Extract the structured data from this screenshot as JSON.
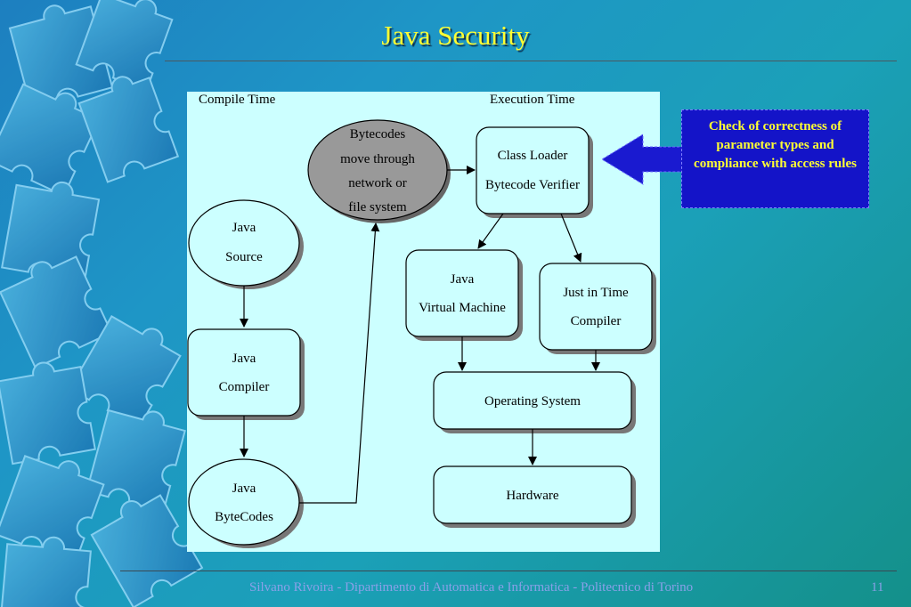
{
  "slide": {
    "title": "Java Security",
    "footer": "Silvano Rivoira - Dipartimento di Automatica e Informatica - Politecnico di Torino",
    "page_number": "11"
  },
  "diagram": {
    "compile_time_label": "Compile Time",
    "execution_time_label": "Execution Time",
    "java_source": [
      "Java",
      "Source"
    ],
    "java_compiler": [
      "Java",
      "Compiler"
    ],
    "java_bytecodes": [
      "Java",
      "ByteCodes"
    ],
    "bytecodes_move": [
      "Bytecodes",
      "move through",
      "network or",
      "file system"
    ],
    "class_loader": [
      "Class Loader",
      "Bytecode Verifier"
    ],
    "java_vm": [
      "Java",
      "Virtual Machine"
    ],
    "jit_compiler": [
      "Just in Time",
      "Compiler"
    ],
    "operating_system": "Operating System",
    "hardware": "Hardware"
  },
  "callout": {
    "text": "Check of correctness of parameter types and compliance with access rules"
  },
  "colors": {
    "title": "#ffff33",
    "diagram_bg": "#ccffff",
    "node_fill": "#ccffff",
    "network_fill": "#999999",
    "callout_bg": "#1414c8",
    "arrow": "#1a1ad0"
  }
}
